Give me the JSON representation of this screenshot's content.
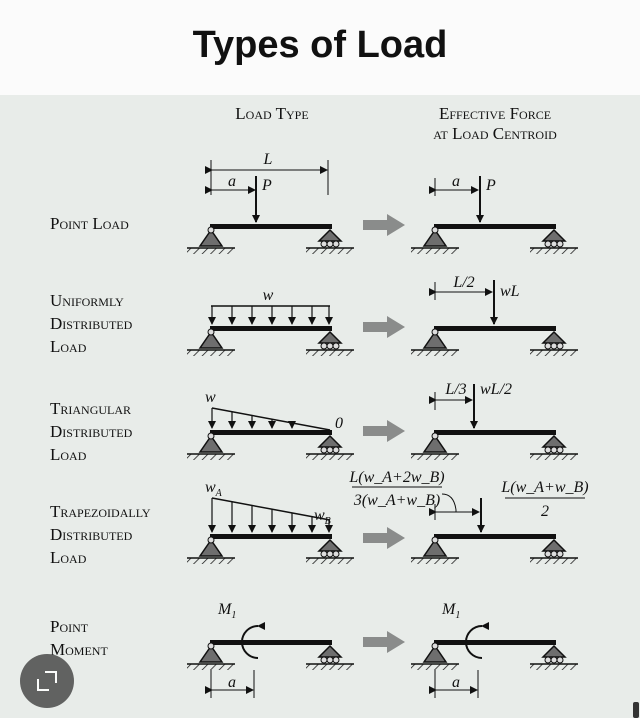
{
  "title": "Types of Load",
  "headers": {
    "load_type": "Load Type",
    "effective_force_1": "Effective Force",
    "effective_force_2": "at Load Centroid"
  },
  "rows": {
    "point_load": {
      "label_1": "Point Load"
    },
    "udl": {
      "label_1": "Uniformly",
      "label_2": "Distributed",
      "label_3": "Load"
    },
    "triangular": {
      "label_1": "Triangular",
      "label_2": "Distributed",
      "label_3": "Load"
    },
    "trapezoidal": {
      "label_1": "Trapezoidally",
      "label_2": "Distributed",
      "label_3": "Load"
    },
    "moment": {
      "label_1": "Point",
      "label_2": "Moment"
    }
  },
  "symbols": {
    "L": "L",
    "a": "a",
    "P": "P",
    "w": "w",
    "wL": "wL",
    "L2": "L/2",
    "L3": "L/3",
    "wL2": "wL/2",
    "zero": "0",
    "wA_base": "w",
    "wA_sub": "A",
    "wB_base": "w",
    "wB_sub": "B",
    "trap_left_num": "L(w_A+2w_B)",
    "trap_left_den": "3(w_A+w_B)",
    "trap_right_num": "L(w_A+w_B)",
    "trap_right_den": "2",
    "M_base": "M",
    "M_sub": "1"
  },
  "colors": {
    "arrow": "#8a8c8b",
    "panel": "#e8ece9",
    "ink": "#111111"
  },
  "icons": {
    "corner_button": "collapse-corner-icon"
  }
}
